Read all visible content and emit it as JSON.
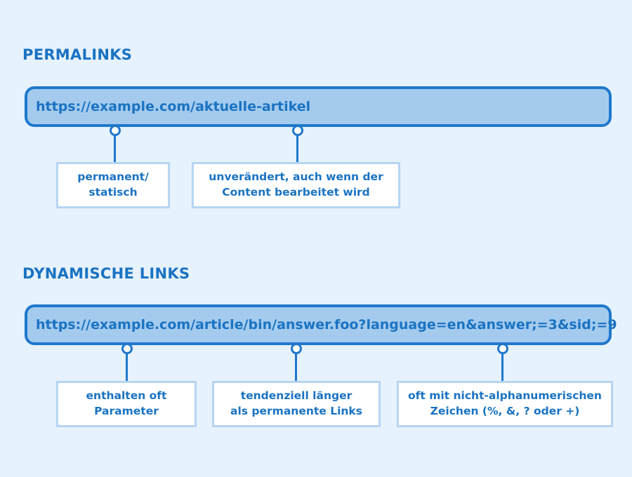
{
  "permalinks": {
    "heading": "PERMALINKS",
    "url": "https://example.com/aktuelle-artikel",
    "notes": [
      "permanent/\nstatisch",
      "unverändert, auch wenn der\nContent bearbeitet wird"
    ]
  },
  "dynamic_links": {
    "heading": "DYNAMISCHE LINKS",
    "url": "https://example.com/article/bin/answer.foo?language=en&answer;=3&sid;=9",
    "notes": [
      "enthalten oft\nParameter",
      "tendenziell länger\nals permanente Links",
      "oft mit nicht-alphanumerischen\nZeichen (%, &, ? oder +)"
    ]
  },
  "colors": {
    "background": "#e6f2fd",
    "accent": "#1f78cc",
    "bar_fill": "#a4cbee",
    "note_border": "#b6d5f2"
  }
}
